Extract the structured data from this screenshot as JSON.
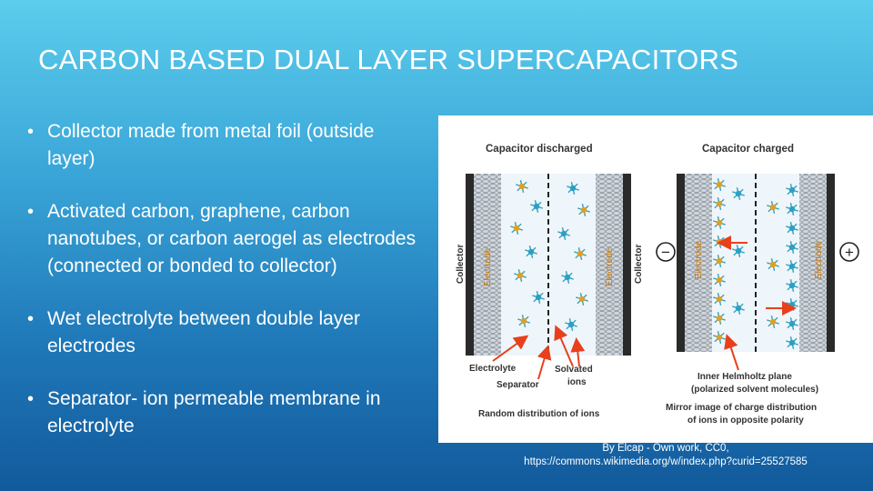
{
  "slide": {
    "title": "CARBON BASED DUAL LAYER SUPERCAPACITORS",
    "bullet_symbol": "•",
    "bullets": [
      "Collector made from metal foil (outside layer)",
      "Activated carbon, graphene, carbon nanotubes, or carbon aerogel as electrodes (connected or bonded to collector)",
      "Wet electrolyte between double layer electrodes",
      "Separator- ion permeable membrane in electrolyte"
    ],
    "credit_line1": "By Elcap - Own work, CC0,",
    "credit_line2": "https://commons.wikimedia.org/w/index.php?curid=25527585"
  },
  "figure": {
    "heading_left": "Capacitor discharged",
    "heading_right": "Capacitor charged",
    "label_collector": "Collector",
    "label_electrode": "Electrode",
    "label_electrolyte": "Electrolyte",
    "label_separator": "Separator",
    "label_solvated": "Solvated",
    "label_ions": "ions",
    "label_random": "Random distribution of ions",
    "label_ihp_1": "Inner Helmholtz plane",
    "label_ihp_2": "(polarized solvent molecules)",
    "label_mirror_1": "Mirror image of charge distribution",
    "label_mirror_2": "of ions in opposite polarity",
    "minus_sign": "−",
    "plus_sign": "+"
  },
  "colors": {
    "arrow": "#e8401c",
    "ion_plus": "#e0a020",
    "ion_minus": "#2aa0c8",
    "electrode_fill": "#c8d0d8"
  }
}
